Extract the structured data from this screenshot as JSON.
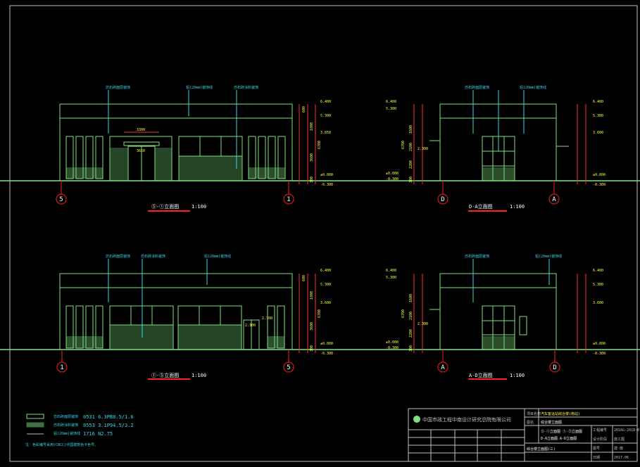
{
  "colors": {
    "background": "#000000",
    "wall": "#7fe07f",
    "dim_red": "#ff3030",
    "annot_cyan": "#38d8e8",
    "axis_red": "#ff2020",
    "white": "#ffffff",
    "yellow": "#ffff40",
    "frame": "#bfbfbf"
  },
  "elevations": [
    {
      "title": "⑤-①立面图",
      "scale": "1:100",
      "axis_left": "5",
      "axis_right": "1",
      "callouts": [
        "仿石砖面层装饰",
        "铝(20mm)装饰线",
        "仿石砖涂料装饰"
      ],
      "dims_left": [
        "3300",
        "3650"
      ],
      "dims_right": [
        "6.400",
        "5.300",
        "3.650",
        "±0.000",
        "-0.300"
      ],
      "vert_dims": [
        "1800",
        "3600",
        "300",
        "6700",
        "600"
      ]
    },
    {
      "title": "D-A立面图",
      "scale": "1:100",
      "axis_left": "D",
      "axis_right": "A",
      "callouts": [
        "仿石砖面层装饰",
        "铝(20mm)装饰线"
      ],
      "dims_left": [
        "6.400",
        "5.300",
        "2.300",
        "±0.000",
        "-0.300"
      ],
      "dims_right": [
        "6.400",
        "5.300",
        "3.600",
        "±0.000",
        "-0.300"
      ],
      "vert_dims": [
        "1600",
        "2100",
        "2200",
        "300",
        "6700"
      ]
    },
    {
      "title": "①-⑤立面图",
      "scale": "1:100",
      "axis_left": "1",
      "axis_right": "5",
      "callouts": [
        "仿石砖面层装饰",
        "仿石砖涂料装饰",
        "铝(20mm)装饰线"
      ],
      "dims_left": [
        "2.700",
        "2.300"
      ],
      "dims_right": [
        "6.400",
        "5.300",
        "3.600",
        "±0.000",
        "-0.300"
      ],
      "vert_dims": [
        "1800",
        "3600",
        "300",
        "6700",
        "600"
      ]
    },
    {
      "title": "A-D立面图",
      "scale": "1:100",
      "axis_left": "A",
      "axis_right": "D",
      "callouts": [
        "仿石砖面层装饰",
        "铝(20mm)装饰线"
      ],
      "dims_left": [
        "6.400",
        "5.300",
        "2.300",
        "±0.000",
        "-0.300"
      ],
      "dims_right": [
        "6.400",
        "5.300",
        "3.600",
        "±0.000",
        "-0.300"
      ],
      "vert_dims": [
        "1600",
        "2100",
        "2200",
        "300",
        "6700"
      ]
    }
  ],
  "legend": [
    {
      "label": "仿石砖面层装饰",
      "code": "0531  6.3PB8.5/1.6"
    },
    {
      "label": "仿石砖涂料装饰",
      "code": "0553  3.1P94.5/3.2"
    },
    {
      "label": "铝(20mm)装饰线",
      "code": "1716  N2.75"
    }
  ],
  "legend_note": "注：色彩编号采用(CBCC)中国建筑色卡色号。",
  "title_block": {
    "company": "中国市政工程中南设计研究总院有限公司",
    "project_label": "项目名称",
    "project": "汽车客运站综合楼(南站)",
    "drawing_label": "图名",
    "drawing_name": "综合楼立面图",
    "sub_items": [
      "⑤-①立面图  ①-⑤立面图",
      "D-A立面图  A-D立面图"
    ],
    "sheet_title": "综合楼立面图(三)",
    "project_no_label": "工程编号",
    "project_no": "2016G-2018-0",
    "stage_label": "设计阶段",
    "stage": "施工图",
    "sheet_no_label": "图号",
    "sheet_no": "建-施",
    "date_label": "日期",
    "date": "2017.06"
  }
}
